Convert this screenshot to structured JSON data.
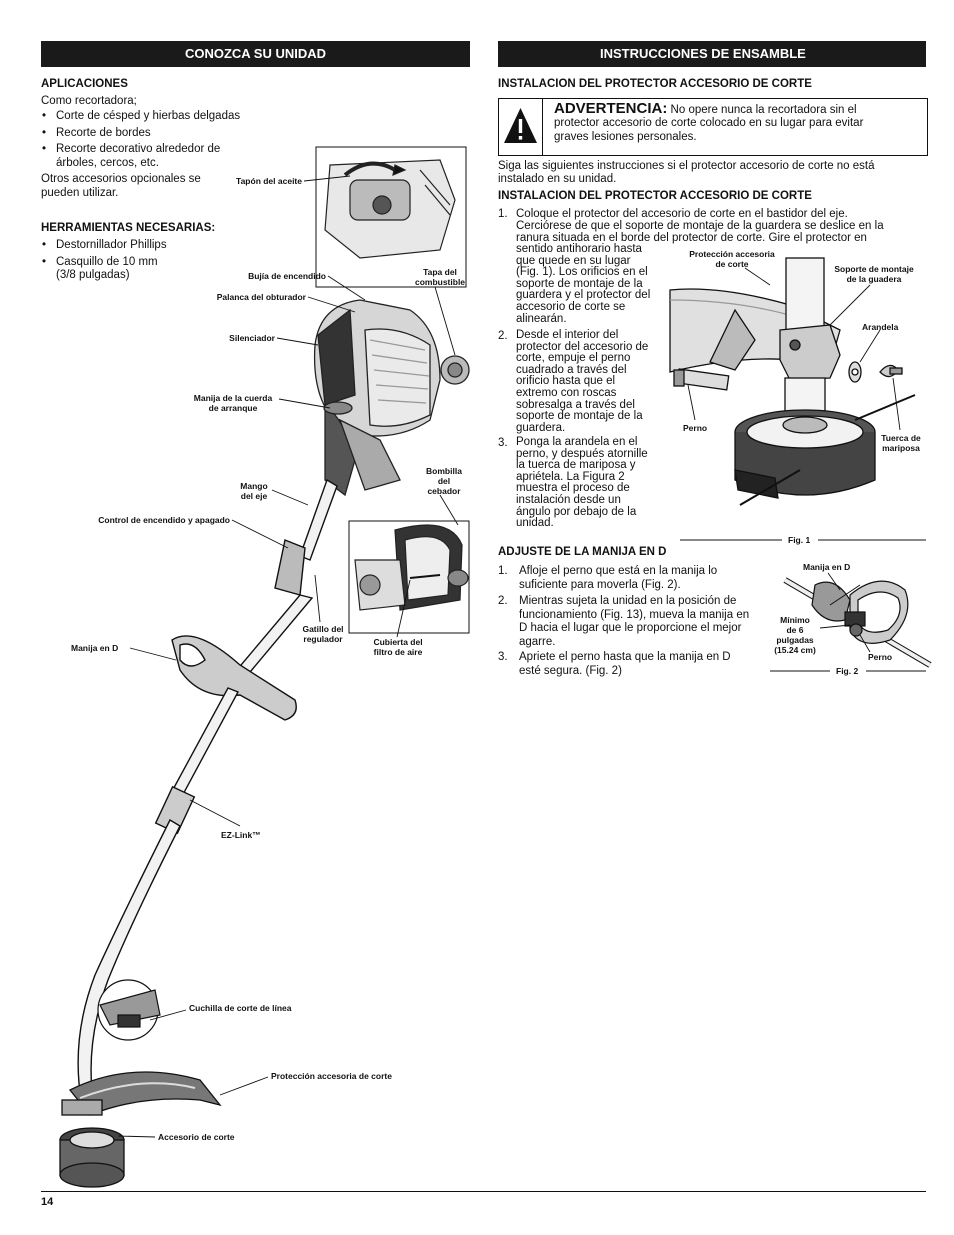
{
  "left": {
    "header": "CONOZCA SU UNIDAD",
    "aplicaciones_title": "APLICACIONES",
    "como": "Como recortadora;",
    "bullets": [
      "Corte de césped y hierbas delgadas",
      "Recorte de bordes",
      "Recorte decorativo alrededor de",
      "árboles, cercos, etc."
    ],
    "otros_1": "Otros accesorios opcionales se",
    "otros_2": "pueden utilizar.",
    "herramientas_title": "HERRAMIENTAS NECESARIAS:",
    "tools": [
      "Destornillador Phillips",
      "Casquillo de 10 mm",
      "(3/8 pulgadas)"
    ]
  },
  "labels": {
    "tapon": "Tapón del aceite",
    "bujia": "Bujía de encendido",
    "tapa_1": "Tapa del",
    "tapa_2": "combustible",
    "palanca": "Palanca del obturador",
    "silenciador": "Silenciador",
    "manija_cuerda_1": "Manija de la cuerda",
    "manija_cuerda_2": "de arranque",
    "bombilla_1": "Bombilla",
    "bombilla_2": "del",
    "bombilla_3": "cebador",
    "mango_1": "Mango",
    "mango_2": "del eje",
    "control": "Control de encendido y apagado",
    "gatillo_1": "Gatillo del",
    "gatillo_2": "regulador",
    "cubierta_1": "Cubierta del",
    "cubierta_2": "filtro de aire",
    "manija_d": "Manija en D",
    "ezlink": "EZ-Link™",
    "cuchilla": "Cuchilla de corte de línea",
    "proteccion": "Protección accesoria de corte",
    "accesorio": "Accesorio de corte"
  },
  "right": {
    "header": "INSTRUCCIONES DE ENSAMBLE",
    "sub1": "INSTALACION DEL PROTECTOR ACCESORIO DE CORTE",
    "warning_title": "ADVERTENCIA:",
    "warning_l1": "No opere nunca la recortadora sin el",
    "warning_l2": "protector accesorio de corte colocado en su lugar para evitar",
    "warning_l3": "graves lesiones personales.",
    "intro_1": "Siga las siguientes instrucciones si el protector accesorio de corte no está",
    "intro_2": "instalado en su unidad.",
    "sub2": "INSTALACION DEL PROTECTOR ACCESORIO DE CORTE",
    "step1_num": "1.",
    "step1_l1": "Coloque el protector del accesorio de corte en el bastidor del eje.",
    "step1_l2": "Cerciórese de que el soporte de montaje de la guardera se deslice en la",
    "step1_l3": "ranura situada en el borde del protector de corte. Gire el protector en",
    "step1_rest": [
      "sentido antihorario hasta",
      "que quede en su lugar",
      "(Fig. 1). Los orificios en el",
      "soporte de montaje de la",
      "guardera y el protector del",
      "accesorio de corte se",
      "alinearán."
    ],
    "step2_num": "2.",
    "step2": [
      "Desde el interior del",
      "protector del accesorio de",
      "corte, empuje el perno",
      "cuadrado a través del",
      "orificio hasta que el",
      "extremo con roscas",
      "sobresalga a través del",
      "soporte de montaje de la",
      "guardera."
    ],
    "step3_num": "3.",
    "step3": [
      "Ponga la arandela en el",
      "perno, y después atornille",
      "la tuerca de mariposa y",
      "apriétela. La Figura 2",
      "muestra el proceso de",
      "instalación desde un",
      "ángulo por debajo de la",
      "unidad."
    ],
    "fig1": {
      "proteccion_1": "Protección accesoria",
      "proteccion_2": "de corte",
      "soporte_1": "Soporte de montaje",
      "soporte_2": "de la guadera",
      "arandela": "Arandela",
      "perno": "Perno",
      "tuerca_1": "Tuerca de",
      "tuerca_2": "mariposa",
      "caption": "Fig. 1"
    },
    "sub3": "ADJUSTE DE LA MANIJA EN D",
    "d1_num": "1.",
    "d1": [
      "Afloje el perno que está en la manija lo",
      "suficiente para moverla (Fig. 2)."
    ],
    "d2_num": "2.",
    "d2": [
      "Mientras sujeta la unidad en la posición de",
      "funcionamiento (Fig. 13), mueva la manija en",
      "D hacia el lugar que le proporcione el mejor",
      "agarre."
    ],
    "d3_num": "3.",
    "d3": [
      "Apriete el perno hasta que la manija en D",
      "esté segura. (Fig. 2)"
    ],
    "fig2": {
      "manija": "Manija en D",
      "minimo_1": "Mínimo",
      "minimo_2": "de 6",
      "minimo_3": "pulgadas",
      "minimo_4": "(15.24 cm)",
      "perno": "Perno",
      "caption": "Fig. 2"
    }
  },
  "footer": {
    "page": "14"
  }
}
